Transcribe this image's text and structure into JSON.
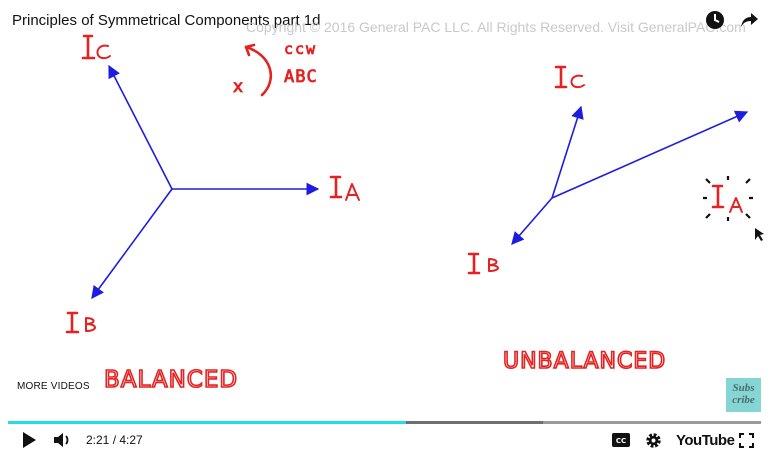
{
  "video": {
    "title": "Principles of Symmetrical Components part 1d",
    "watermark": "Copyright © 2016 General PAC LLC. All Rights Reserved. Visit GeneralPAC.com",
    "more_videos": "MORE VIDEOS",
    "subscribe": "Subs cribe"
  },
  "whiteboard": {
    "balanced_label": "BALANCED",
    "unbalanced_label": "UNBALANCED",
    "rotation_label_top": "ccw",
    "rotation_label_bottom": "ABC",
    "rotation_mark": "x",
    "phasor_a": "IA",
    "phasor_b": "IB",
    "phasor_c": "IC",
    "ink_color": "#e52222",
    "vector_color": "#1d1de0"
  },
  "controls": {
    "current_time": "2:21",
    "duration": "4:27",
    "time_display": "2:21 / 4:27",
    "played_fraction": 0.528,
    "loaded_fraction": 0.71,
    "brand": "YouTube",
    "icons": [
      "watch-later-icon",
      "share-icon",
      "play-icon",
      "volume-icon",
      "captions-icon",
      "settings-icon",
      "fullscreen-icon"
    ],
    "accent": "#25dbe6"
  }
}
